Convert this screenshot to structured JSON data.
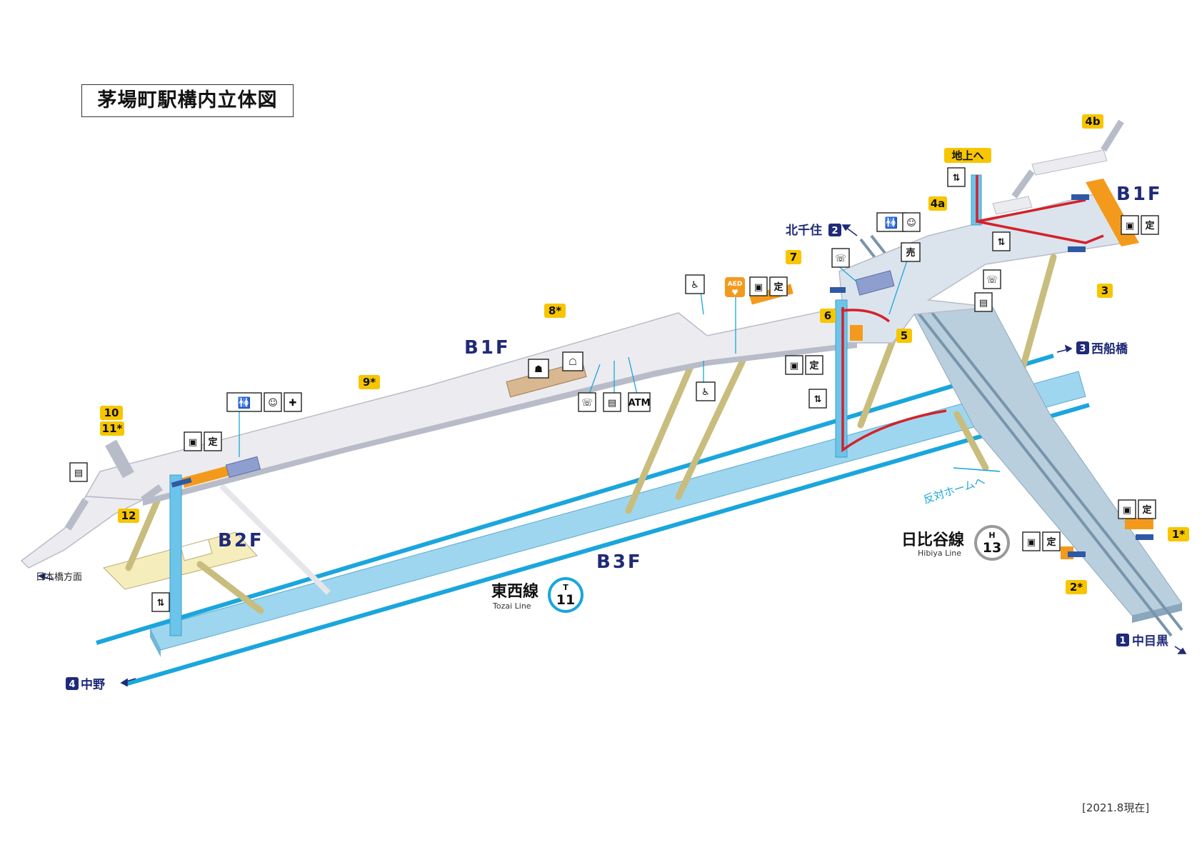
{
  "title": "茅場町駅構内立体図",
  "date_note": "[2021.8現在]",
  "levels": {
    "b1f_main": "B1F",
    "b1f_east": "B1F",
    "b2f": "B2F",
    "b3f": "B3F"
  },
  "lines": {
    "tozai": {
      "name_ja": "東西線",
      "name_en": "Tozai Line",
      "letter": "T",
      "number": "11",
      "color": "#1aa6dd"
    },
    "hibiya": {
      "name_ja": "日比谷線",
      "name_en": "Hibiya Line",
      "letter": "H",
      "number": "13",
      "color": "#9a9a9a"
    }
  },
  "directions": {
    "kita_senju": {
      "label": "北千住",
      "num": "2"
    },
    "nishi_funabashi": {
      "label": "西船橋",
      "num": "3"
    },
    "naka_meguro": {
      "label": "中目黒",
      "num": "1"
    },
    "nakano": {
      "label": "中野",
      "num": "4"
    },
    "nihonbashi": "日本橋方面",
    "opposite_platform": "反対ホームへ"
  },
  "exits": {
    "e4b": "4b",
    "chijo": "地上へ",
    "e4a": "4a",
    "e7": "7",
    "e8": "8*",
    "e9": "9*",
    "e10": "10",
    "e11": "11*",
    "e12": "12",
    "e6": "6",
    "e5": "5",
    "e3": "3",
    "e1": "1*",
    "e2": "2*"
  },
  "icons": {
    "phone": "☏",
    "atm": "ATM",
    "aed": "AED",
    "teiki": "定",
    "shop": "売"
  },
  "colors": {
    "b1f_floor": "#ecebef",
    "b1f_shadow": "#b8bcc8",
    "platform_blue": "#9fd6ef",
    "tozai_line": "#1aa6dd",
    "hibiya_floor": "#b9cfde",
    "exit_yellow": "#f7c600",
    "gate_orange": "#f39a1c",
    "elevator_blue": "#6cc4ea",
    "route_red": "#d6202a",
    "navy": "#1f2a78"
  }
}
